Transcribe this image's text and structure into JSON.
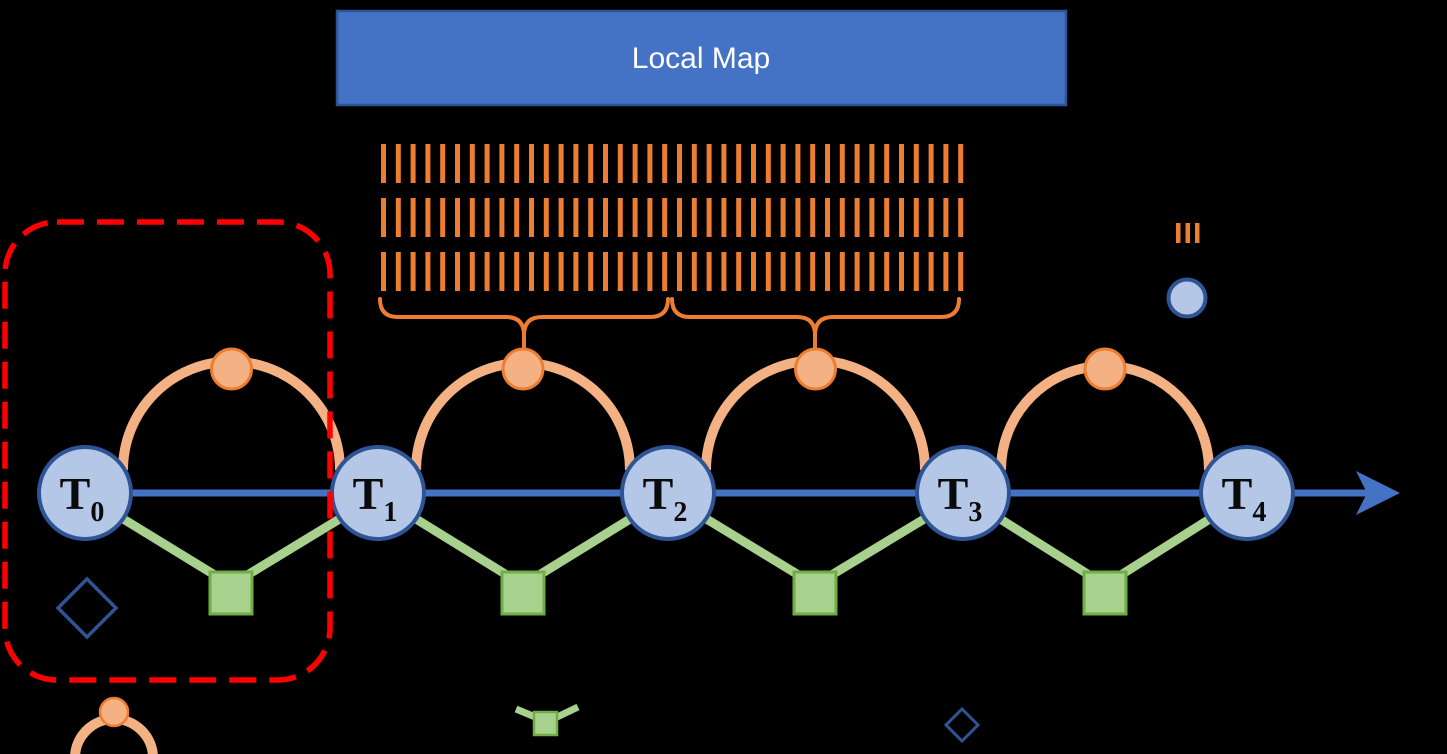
{
  "banner": {
    "label": "Local Map"
  },
  "timeline": {
    "nodes": [
      {
        "label": "T",
        "sub": "0"
      },
      {
        "label": "T",
        "sub": "1"
      },
      {
        "label": "T",
        "sub": "2"
      },
      {
        "label": "T",
        "sub": "3"
      },
      {
        "label": "T",
        "sub": "4"
      }
    ]
  },
  "local_map": {
    "scan_rows": 3,
    "ticks_per_row": 40,
    "brace_groups": 2
  },
  "observations": {
    "arc_landmarks": 4,
    "ground_squares": 4
  },
  "markers": {
    "mini_scan_ticks": 3,
    "mini_pose_circles": 1,
    "highlight_box_style": "dashed-red",
    "diamond_outlines": 2
  },
  "legend": {
    "items": [
      {
        "icon": "orange-arc-landmark-icon"
      },
      {
        "icon": "green-v-square-icon"
      },
      {
        "icon": "blue-diamond-icon"
      }
    ]
  },
  "colors": {
    "background": "#000000",
    "banner_fill": "#4472C4",
    "banner_border": "#2F5496",
    "banner_text": "#FFFFFF",
    "node_fill": "#B4C7E7",
    "node_border": "#2F5496",
    "timeline_line": "#4472C4",
    "scan_tick": "#ED7D31",
    "arc_light": "#F4B183",
    "landmark_fill": "#F4B183",
    "landmark_border": "#ED7D31",
    "green_fill": "#A9D18E",
    "green_border": "#70AD47",
    "highlight_red": "#FF0000",
    "diamond_stroke": "#2F5496"
  }
}
